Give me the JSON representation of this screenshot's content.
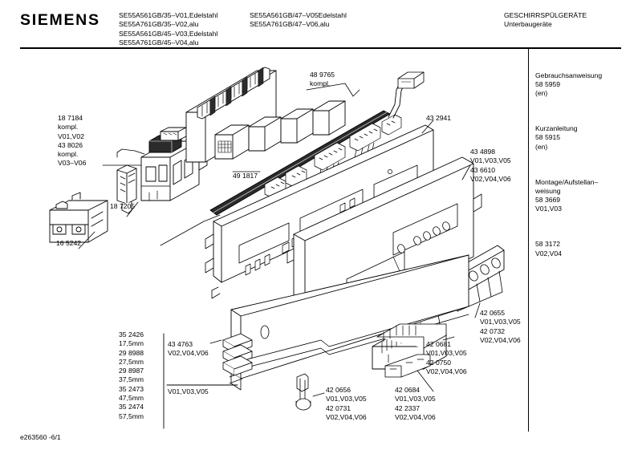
{
  "header": {
    "brand": "SIEMENS",
    "models_col1": "SE55A561GB/35–V01,Edelstahl\nSE55A761GB/35–V02,alu\nSE55A561GB/45–V03,Edelstahl\nSE55A761GB/45–V04,alu",
    "models_col2": "SE55A561GB/47–V05Edelstahl\nSE55A761GB/47–V06,alu",
    "category": "GESCHIRRSPÜLGERÄTE\nUnterbaugeräte"
  },
  "documentation": {
    "blocks": [
      "Gebrauchsanweisung\n58 5959\n(en)",
      "Kurzanleitung\n58 5915\n(en)",
      "Montage/Aufstellan–\nweisung\n58 3669\nV01,V03",
      "58 3172\nV02,V04"
    ]
  },
  "callouts": {
    "door_lock_assy": "18 7184\nkompl.\nV01,V02\n43 8026\nkompl.\nV03–V06",
    "latch_catch": "18 7205",
    "micro_switch": "16 5242",
    "electronics_module": "48 9765\nkompl.",
    "wiring_harness": "49 1817",
    "control_board": "43 2941",
    "facia_panel": "43 4898\nV01,V03,V05\n43 6610\nV02,V04,V06",
    "button_set": "42 0655\nV01,V03,V05\n42 0732\nV02,V04,V06",
    "door_handle": "42 0681\nV01,V03,V05\n42 0750\nV02,V04,V06",
    "handle_bracket": "42 0684\nV01,V03,V05\n42 2337\nV02,V04,V06",
    "knob_assembly": "42 0656\nV01,V03,V05\n42 0731\nV02,V04,V06",
    "trim_strip": "43 4763\nV02,V04,V06",
    "trim_variant": "V01,V03,V05",
    "height_table": "35 2426\n17,5mm\n29 8988\n27,5mm\n29 8987\n37,5mm\n35 2473\n47,5mm\n35 2474\n57,5mm"
  },
  "footer": {
    "doc_id": "e263560 -6/1"
  },
  "colors": {
    "line": "#000000",
    "background": "#ffffff",
    "fill_light": "#f2f2f2",
    "fill_mid": "#d8d8d8",
    "fill_dark": "#2b2b2b"
  }
}
